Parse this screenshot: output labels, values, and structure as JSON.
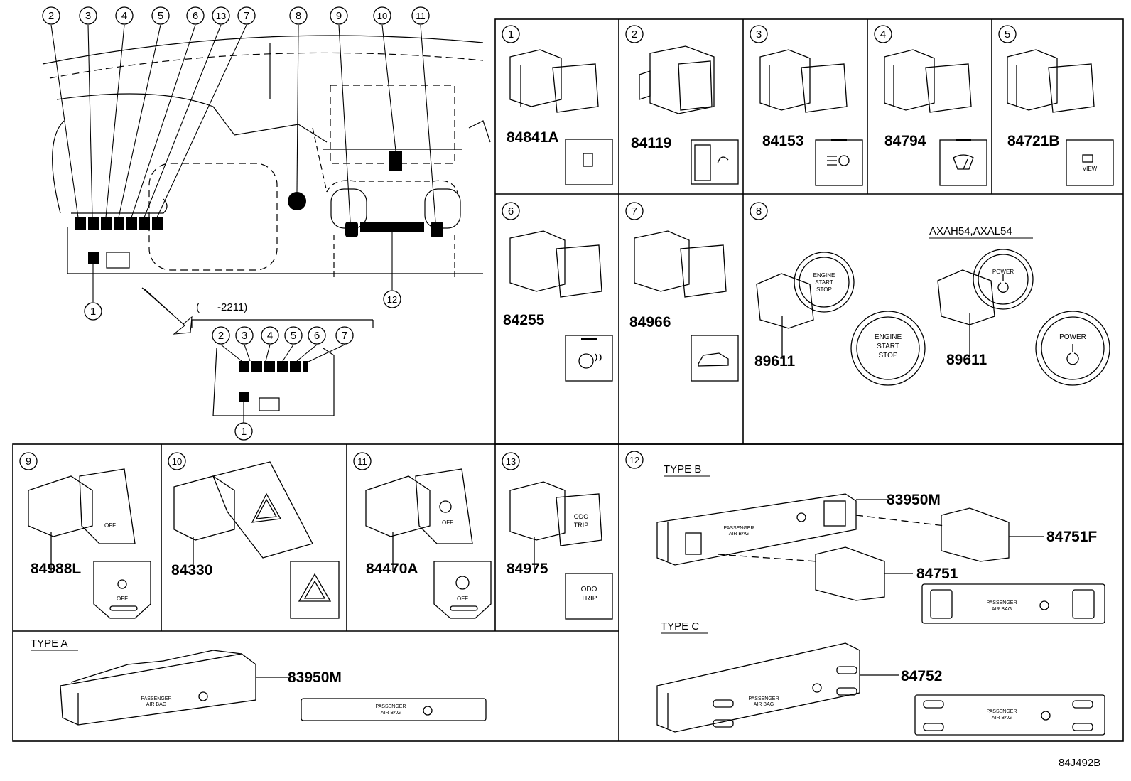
{
  "panels": [
    {
      "callout": "1",
      "part": "84841A"
    },
    {
      "callout": "2",
      "part": "84119"
    },
    {
      "callout": "3",
      "part": "84153"
    },
    {
      "callout": "4",
      "part": "84794"
    },
    {
      "callout": "5",
      "part": "84721B",
      "label": "VIEW"
    },
    {
      "callout": "6",
      "part": "84255"
    },
    {
      "callout": "7",
      "part": "84966"
    },
    {
      "callout": "8",
      "part": "89611",
      "variant": "AXAH54,AXAL54",
      "part_b": "89611",
      "engine_lines": [
        "ENGINE",
        "START",
        "STOP"
      ],
      "power_label": "POWER"
    },
    {
      "callout": "9",
      "part": "84988L",
      "label": "OFF"
    },
    {
      "callout": "10",
      "part": "84330"
    },
    {
      "callout": "11",
      "part": "84470A",
      "label": "OFF"
    },
    {
      "callout": "13",
      "part": "84975",
      "lines": [
        "ODO",
        "TRIP"
      ]
    },
    {
      "callout": "12",
      "type_b": "TYPE B",
      "type_c": "TYPE C",
      "parts": [
        "83950M",
        "84751F",
        "84751",
        "84752"
      ]
    }
  ],
  "type_a": {
    "label": "TYPE A",
    "part": "83950M"
  },
  "airbag": {
    "line1": "PASSENGER",
    "line2": "AIR BAG"
  },
  "overview": {
    "top_callouts": [
      "2",
      "3",
      "4",
      "5",
      "6",
      "13",
      "7",
      "8",
      "9",
      "10",
      "11"
    ],
    "bottom_callouts": [
      "1",
      "12"
    ],
    "inset_range": "(      -2211)",
    "inset_callouts": [
      "2",
      "3",
      "4",
      "5",
      "6",
      "7",
      "1"
    ]
  },
  "diagram_code": "84J492B"
}
